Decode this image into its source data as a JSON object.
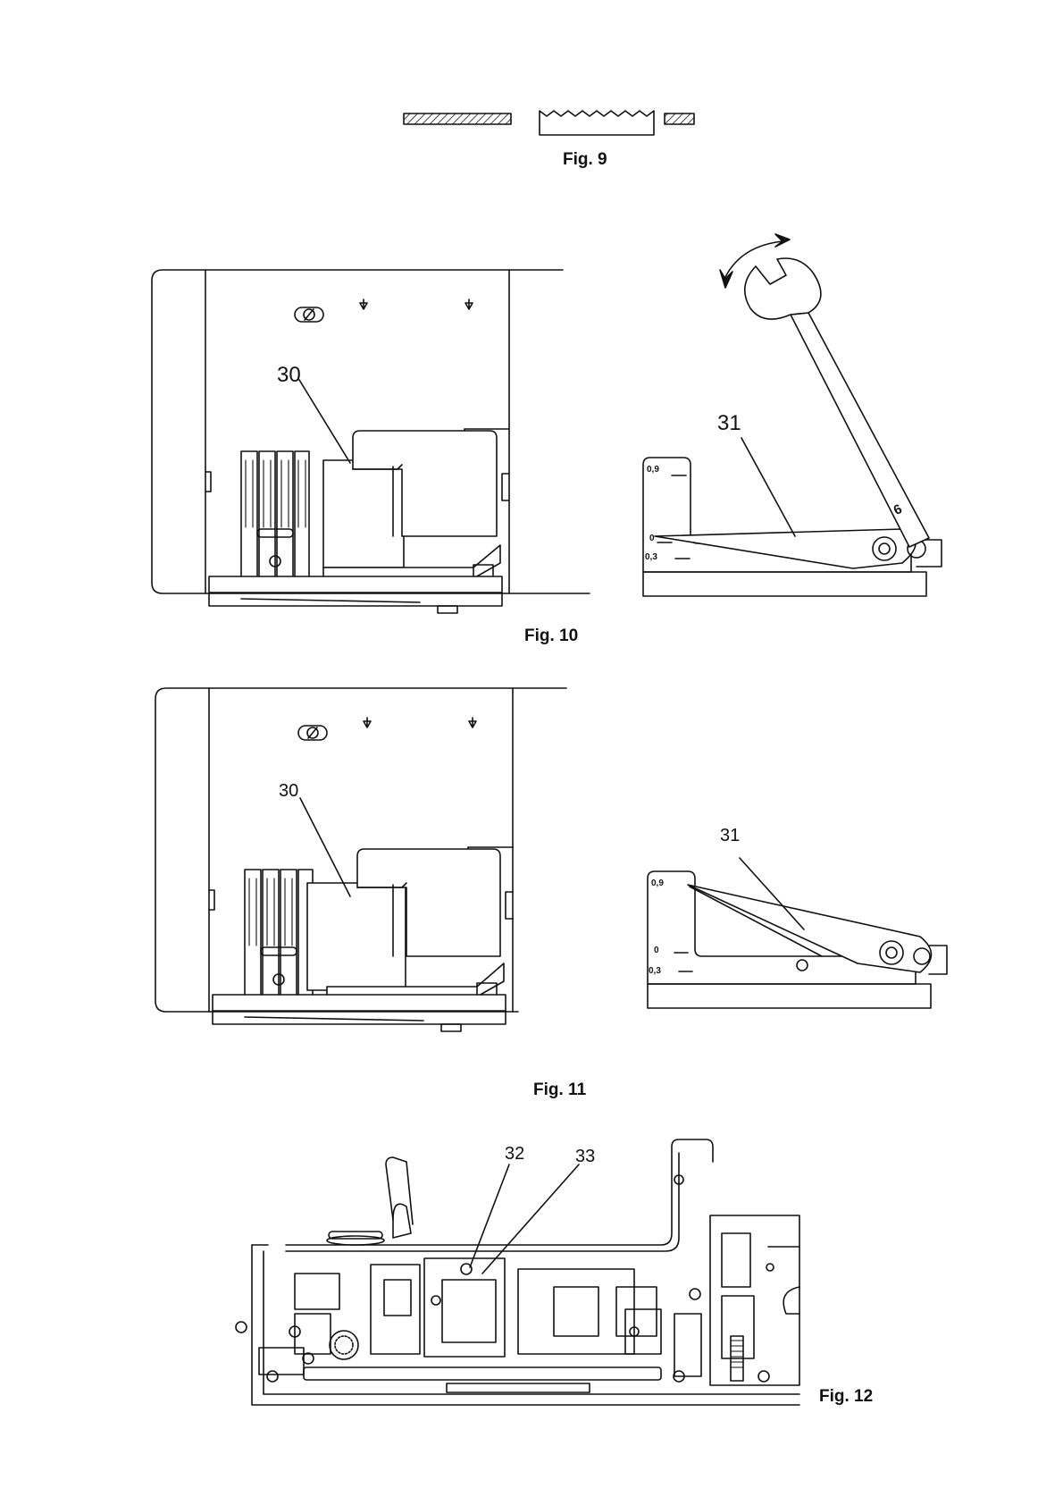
{
  "fig9": {
    "caption": "Fig. 9"
  },
  "fig10": {
    "caption": "Fig. 10",
    "label_30": "30",
    "label_31": "31",
    "scale_top": "0,9",
    "scale_mid": "0",
    "scale_bottom": "0,3",
    "wrench_size": "6"
  },
  "fig11": {
    "caption": "Fig. 11",
    "label_30": "30",
    "label_31": "31",
    "scale_top": "0,9",
    "scale_mid": "0",
    "scale_bottom": "0,3"
  },
  "fig12": {
    "caption": "Fig. 12",
    "label_32": "32",
    "label_33": "33"
  }
}
